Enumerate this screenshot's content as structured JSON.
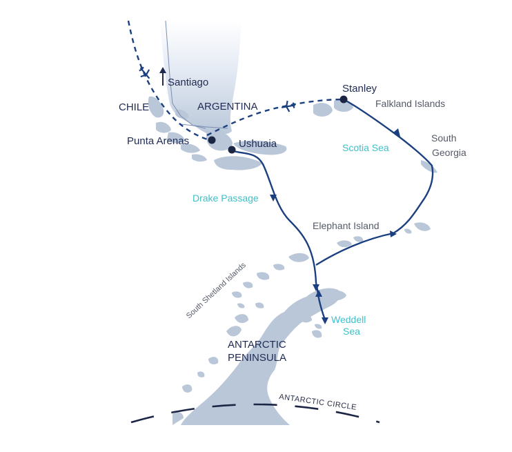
{
  "countries": {
    "chile": "CHILE",
    "argentina": "ARGENTINA"
  },
  "places": {
    "santiago": "Santiago",
    "punta_arenas": "Punta Arenas",
    "ushuaia": "Ushuaia",
    "stanley": "Stanley",
    "falkland_islands": "Falkland Islands",
    "south_georgia_line1": "South",
    "south_georgia_line2": "Georgia",
    "elephant_island": "Elephant Island",
    "south_shetland_islands": "South Shetland Islands",
    "antarctic_peninsula_line1": "ANTARCTIC",
    "antarctic_peninsula_line2": "PENINSULA"
  },
  "seas": {
    "scotia_sea": "Scotia Sea",
    "drake_passage": "Drake Passage",
    "weddell_sea_line1": "Weddell",
    "weddell_sea_line2": "Sea"
  },
  "antarctic_circle_label": "ANTARCTIC CIRCLE",
  "icons": [
    "airplane-icon",
    "north-arrow-icon"
  ],
  "colors": {
    "land": "#b9c7d9",
    "route": "#1b3f7f",
    "stop_marker": "#1c2544",
    "sea_label": "#3fc0c9",
    "text_dark": "#1f2a52"
  }
}
